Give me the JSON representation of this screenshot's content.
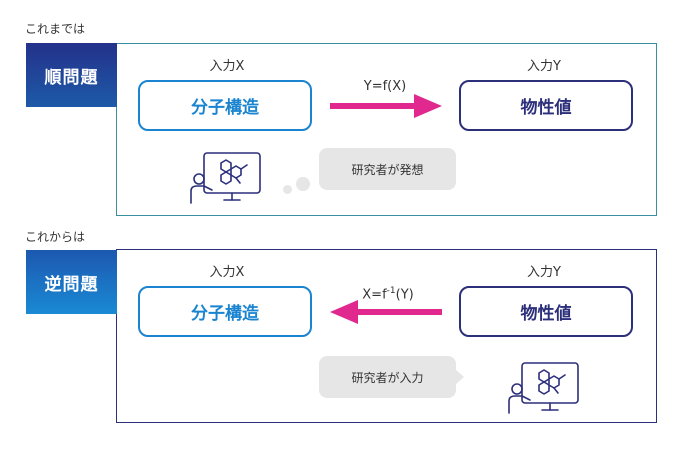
{
  "colors": {
    "navy": "#2c2f7a",
    "blue": "#1a84d0",
    "teal": "#3a8fa0",
    "magenta": "#e0288f",
    "bubble_gray": "#e6e6e6"
  },
  "icons": [
    "researcher-at-monitor-icon"
  ],
  "forward": {
    "caption": "これまでは",
    "tab": "順問題",
    "input_x_label": "入力X",
    "input_y_label": "入力Y",
    "left_box": "分子構造",
    "right_box": "物性値",
    "formula": "Y=f(X)",
    "bubble": "研究者が発想"
  },
  "inverse": {
    "caption": "これからは",
    "tab": "逆問題",
    "input_x_label": "入力X",
    "input_y_label": "入力Y",
    "left_box": "分子構造",
    "right_box": "物性値",
    "formula_base": "X=f",
    "formula_sup": "-1",
    "formula_tail": "(Y)",
    "bubble": "研究者が入力"
  }
}
